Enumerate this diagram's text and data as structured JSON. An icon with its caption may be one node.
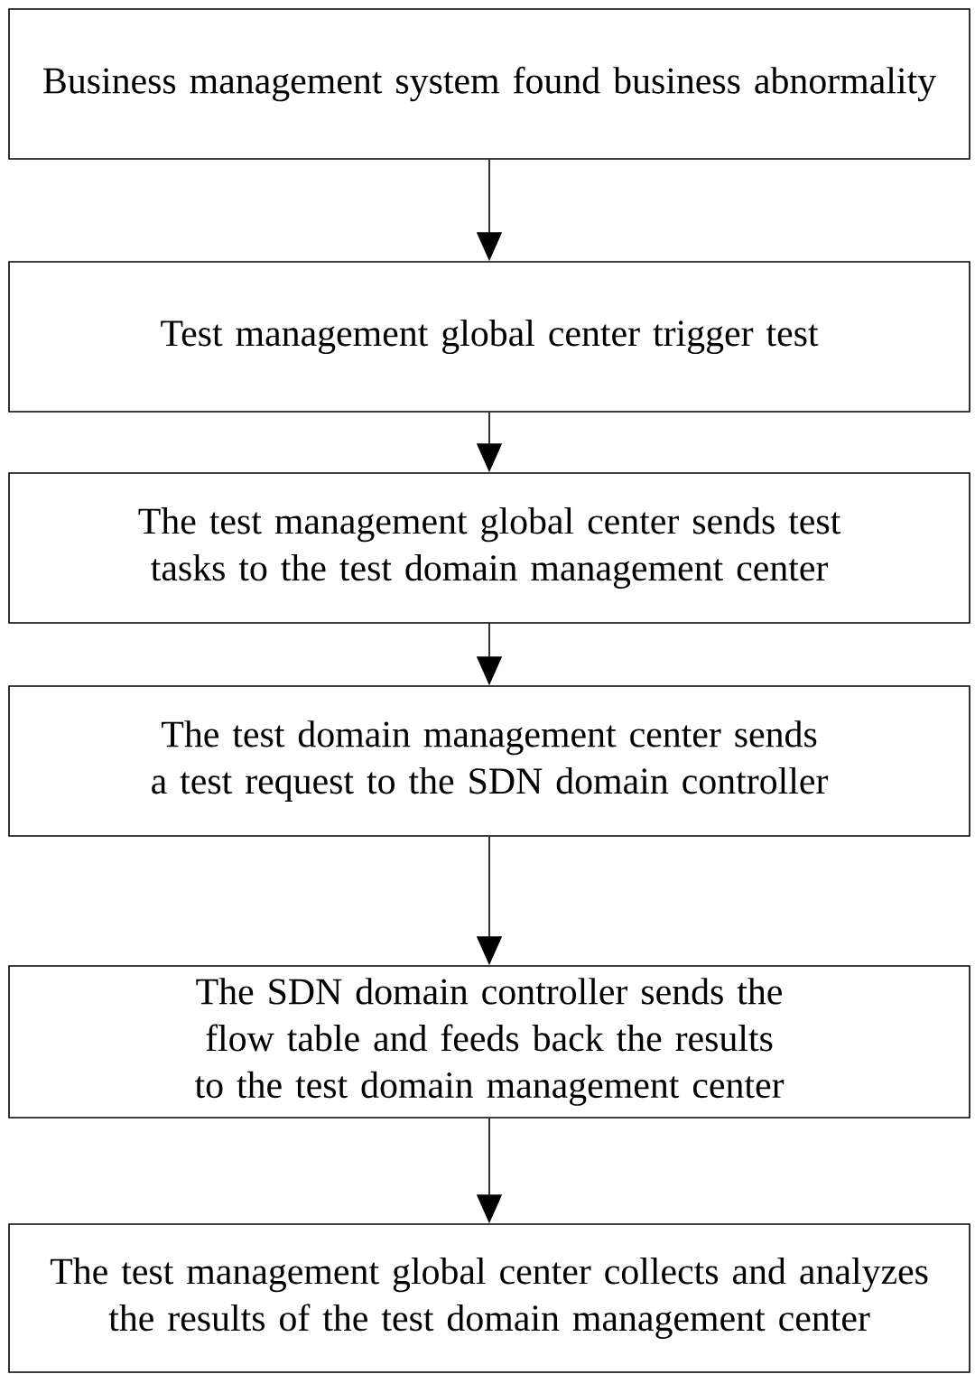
{
  "diagram": {
    "nodes": [
      {
        "text": [
          "Business management system found business abnormality"
        ]
      },
      {
        "text": [
          "Test management global center trigger test"
        ]
      },
      {
        "text": [
          "The test management global center sends test tasks to the test domain management center"
        ]
      },
      {
        "text": [
          "The test domain management center sends a test request to the SDN domain controller"
        ]
      },
      {
        "text": [
          "The SDN domain controller sends the flow table and feeds back the results to the test domain management center"
        ]
      },
      {
        "text": [
          "The test management global center collects and analyzes the results of the test domain management center"
        ]
      }
    ],
    "edges": [
      {
        "from": 0,
        "to": 1,
        "arrow": "to"
      },
      {
        "from": 1,
        "to": 2,
        "arrow": "to"
      },
      {
        "from": 2,
        "to": 3,
        "arrow": "to"
      },
      {
        "from": 3,
        "to": 4,
        "arrow": "to"
      },
      {
        "from": 4,
        "to": 5,
        "arrow": "to"
      }
    ]
  }
}
